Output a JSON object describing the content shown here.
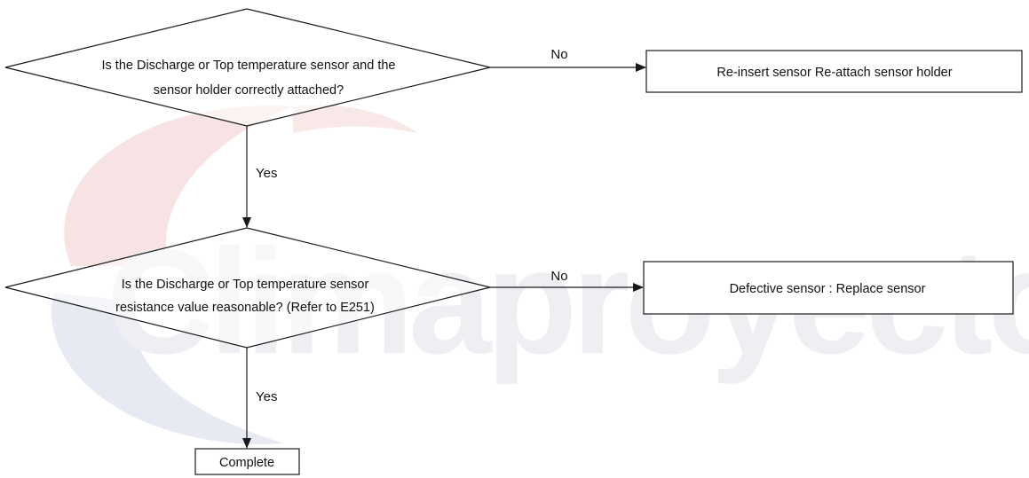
{
  "watermark": {
    "text": "Climaproyecto"
  },
  "flowchart": {
    "decision1": {
      "line1": "Is the Discharge or Top temperature sensor and the",
      "line2": "sensor holder correctly attached?"
    },
    "decision1_no_label": "No",
    "decision1_yes_label": "Yes",
    "action1": "Re-insert sensor Re-attach sensor holder",
    "decision2": {
      "line1": "Is the Discharge or Top temperature sensor",
      "line2": "resistance value reasonable? (Refer to E251)"
    },
    "decision2_no_label": "No",
    "decision2_yes_label": "Yes",
    "action2": "Defective sensor : Replace sensor",
    "terminal": "Complete"
  },
  "colors": {
    "line": "#1a1a1a",
    "watermark_red": "#f6dede",
    "watermark_blue": "#e3e6f1",
    "watermark_text": "#efeff3"
  }
}
